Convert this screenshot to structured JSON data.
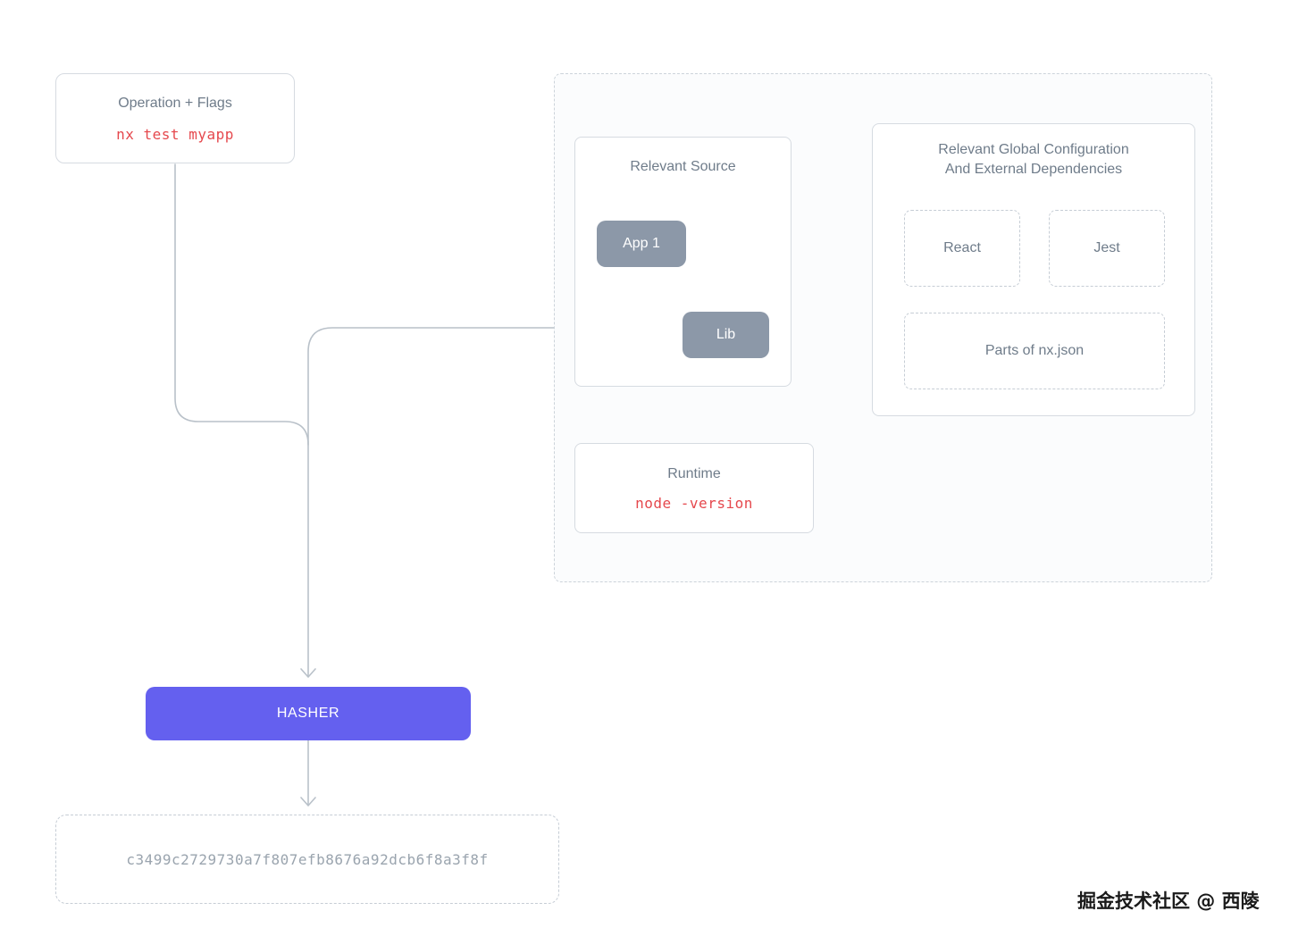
{
  "colors": {
    "accent": "#6460ef",
    "command_red": "#e5484d",
    "node_gray": "#8c98a8",
    "title_gray": "#6f7c8a",
    "hash_gray": "#9aa4ae"
  },
  "operation_box": {
    "title": "Operation + Flags",
    "command": "nx test myapp"
  },
  "inputs_panel": {
    "relevant_source": {
      "title": "Relevant Source",
      "nodes": [
        {
          "label": "App 1"
        },
        {
          "label": "Lib"
        }
      ]
    },
    "global_config": {
      "title_line1": "Relevant Global Configuration",
      "title_line2": "And External Dependencies",
      "items": [
        {
          "label": "React"
        },
        {
          "label": "Jest"
        },
        {
          "label": "Parts of nx.json"
        }
      ]
    },
    "runtime": {
      "title": "Runtime",
      "command": "node -version"
    }
  },
  "hasher": {
    "label": "HASHER"
  },
  "hash_output": {
    "value": "c3499c2729730a7f807efb8676a92dcb6f8a3f8f"
  },
  "watermark": "掘金技术社区 @ 西陵"
}
